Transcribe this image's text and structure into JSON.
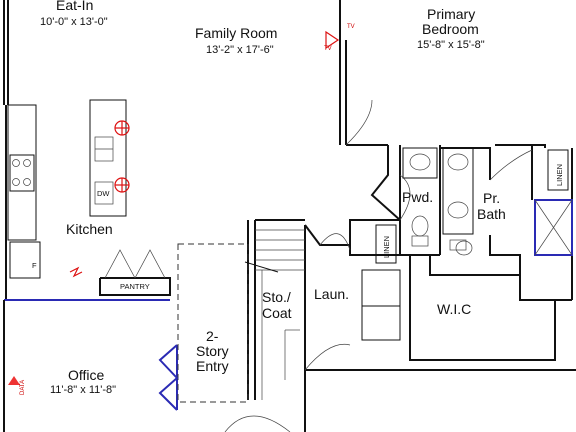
{
  "rooms": {
    "eat_in": {
      "name": "Eat-In",
      "dims": "10'-0\" x 13'-0\""
    },
    "family_room": {
      "name": "Family Room",
      "dims": "13'-2\" x 17'-6\""
    },
    "primary_bedroom": {
      "name_line1": "Primary",
      "name_line2": "Bedroom",
      "dims": "15'-8\" x 15'-8\""
    },
    "kitchen": {
      "name": "Kitchen"
    },
    "pantry": {
      "name": "PANTRY"
    },
    "powder": {
      "name": "Pwd."
    },
    "primary_bath": {
      "name_line1": "Pr.",
      "name_line2": "Bath"
    },
    "linen_left": {
      "name": "LINEN"
    },
    "linen_right": {
      "name": "LINEN"
    },
    "storage_coat": {
      "name_line1": "Sto./",
      "name_line2": "Coat"
    },
    "laundry": {
      "name": "Laun."
    },
    "wic": {
      "name": "W.I.C"
    },
    "entry": {
      "name_line1": "2-",
      "name_line2": "Story",
      "name_line3": "Entry"
    },
    "office": {
      "name": "Office",
      "dims": "11'-8\" x 11'-8\""
    }
  },
  "fixtures": {
    "dishwasher": "DW",
    "fridge": "F",
    "tv_top": "TV",
    "tv_side": "TV",
    "data": "DATA"
  },
  "colors": {
    "wall": "#111111",
    "accent_blue": "#2a2ab4",
    "electrical_red": "#d11111"
  }
}
